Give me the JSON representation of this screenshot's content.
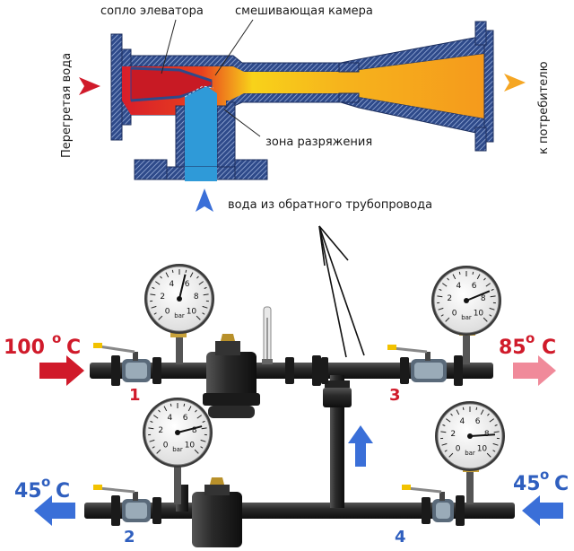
{
  "elevator": {
    "nozzle_label": "сопло элеватора",
    "mixing_label": "смешивающая камера",
    "inlet_label": "Перегретая вода",
    "outlet_label": "к потребителю",
    "vacuum_label": "зона разряжения",
    "return_label": "вода из обратного трубопровода"
  },
  "unit": {
    "temp_hot_in": "100",
    "temp_out": "85",
    "temp_return_out": "45",
    "temp_return_in": "45",
    "deg_symbol": "o",
    "celsius": "C",
    "port1": "1",
    "port2": "2",
    "port3": "3",
    "port4": "4",
    "gauge": {
      "ticks": [
        "0",
        "2",
        "4",
        "6",
        "8",
        "10"
      ],
      "unit": "bar"
    }
  },
  "colors": {
    "hot": "#d81e2a",
    "warm": "#f5a01c",
    "cold": "#2f6fd0",
    "arrow_red": "#d01a2a",
    "arrow_pink": "#f08a9a",
    "arrow_orange": "#f5a623",
    "arrow_blue": "#3a6fd8"
  }
}
